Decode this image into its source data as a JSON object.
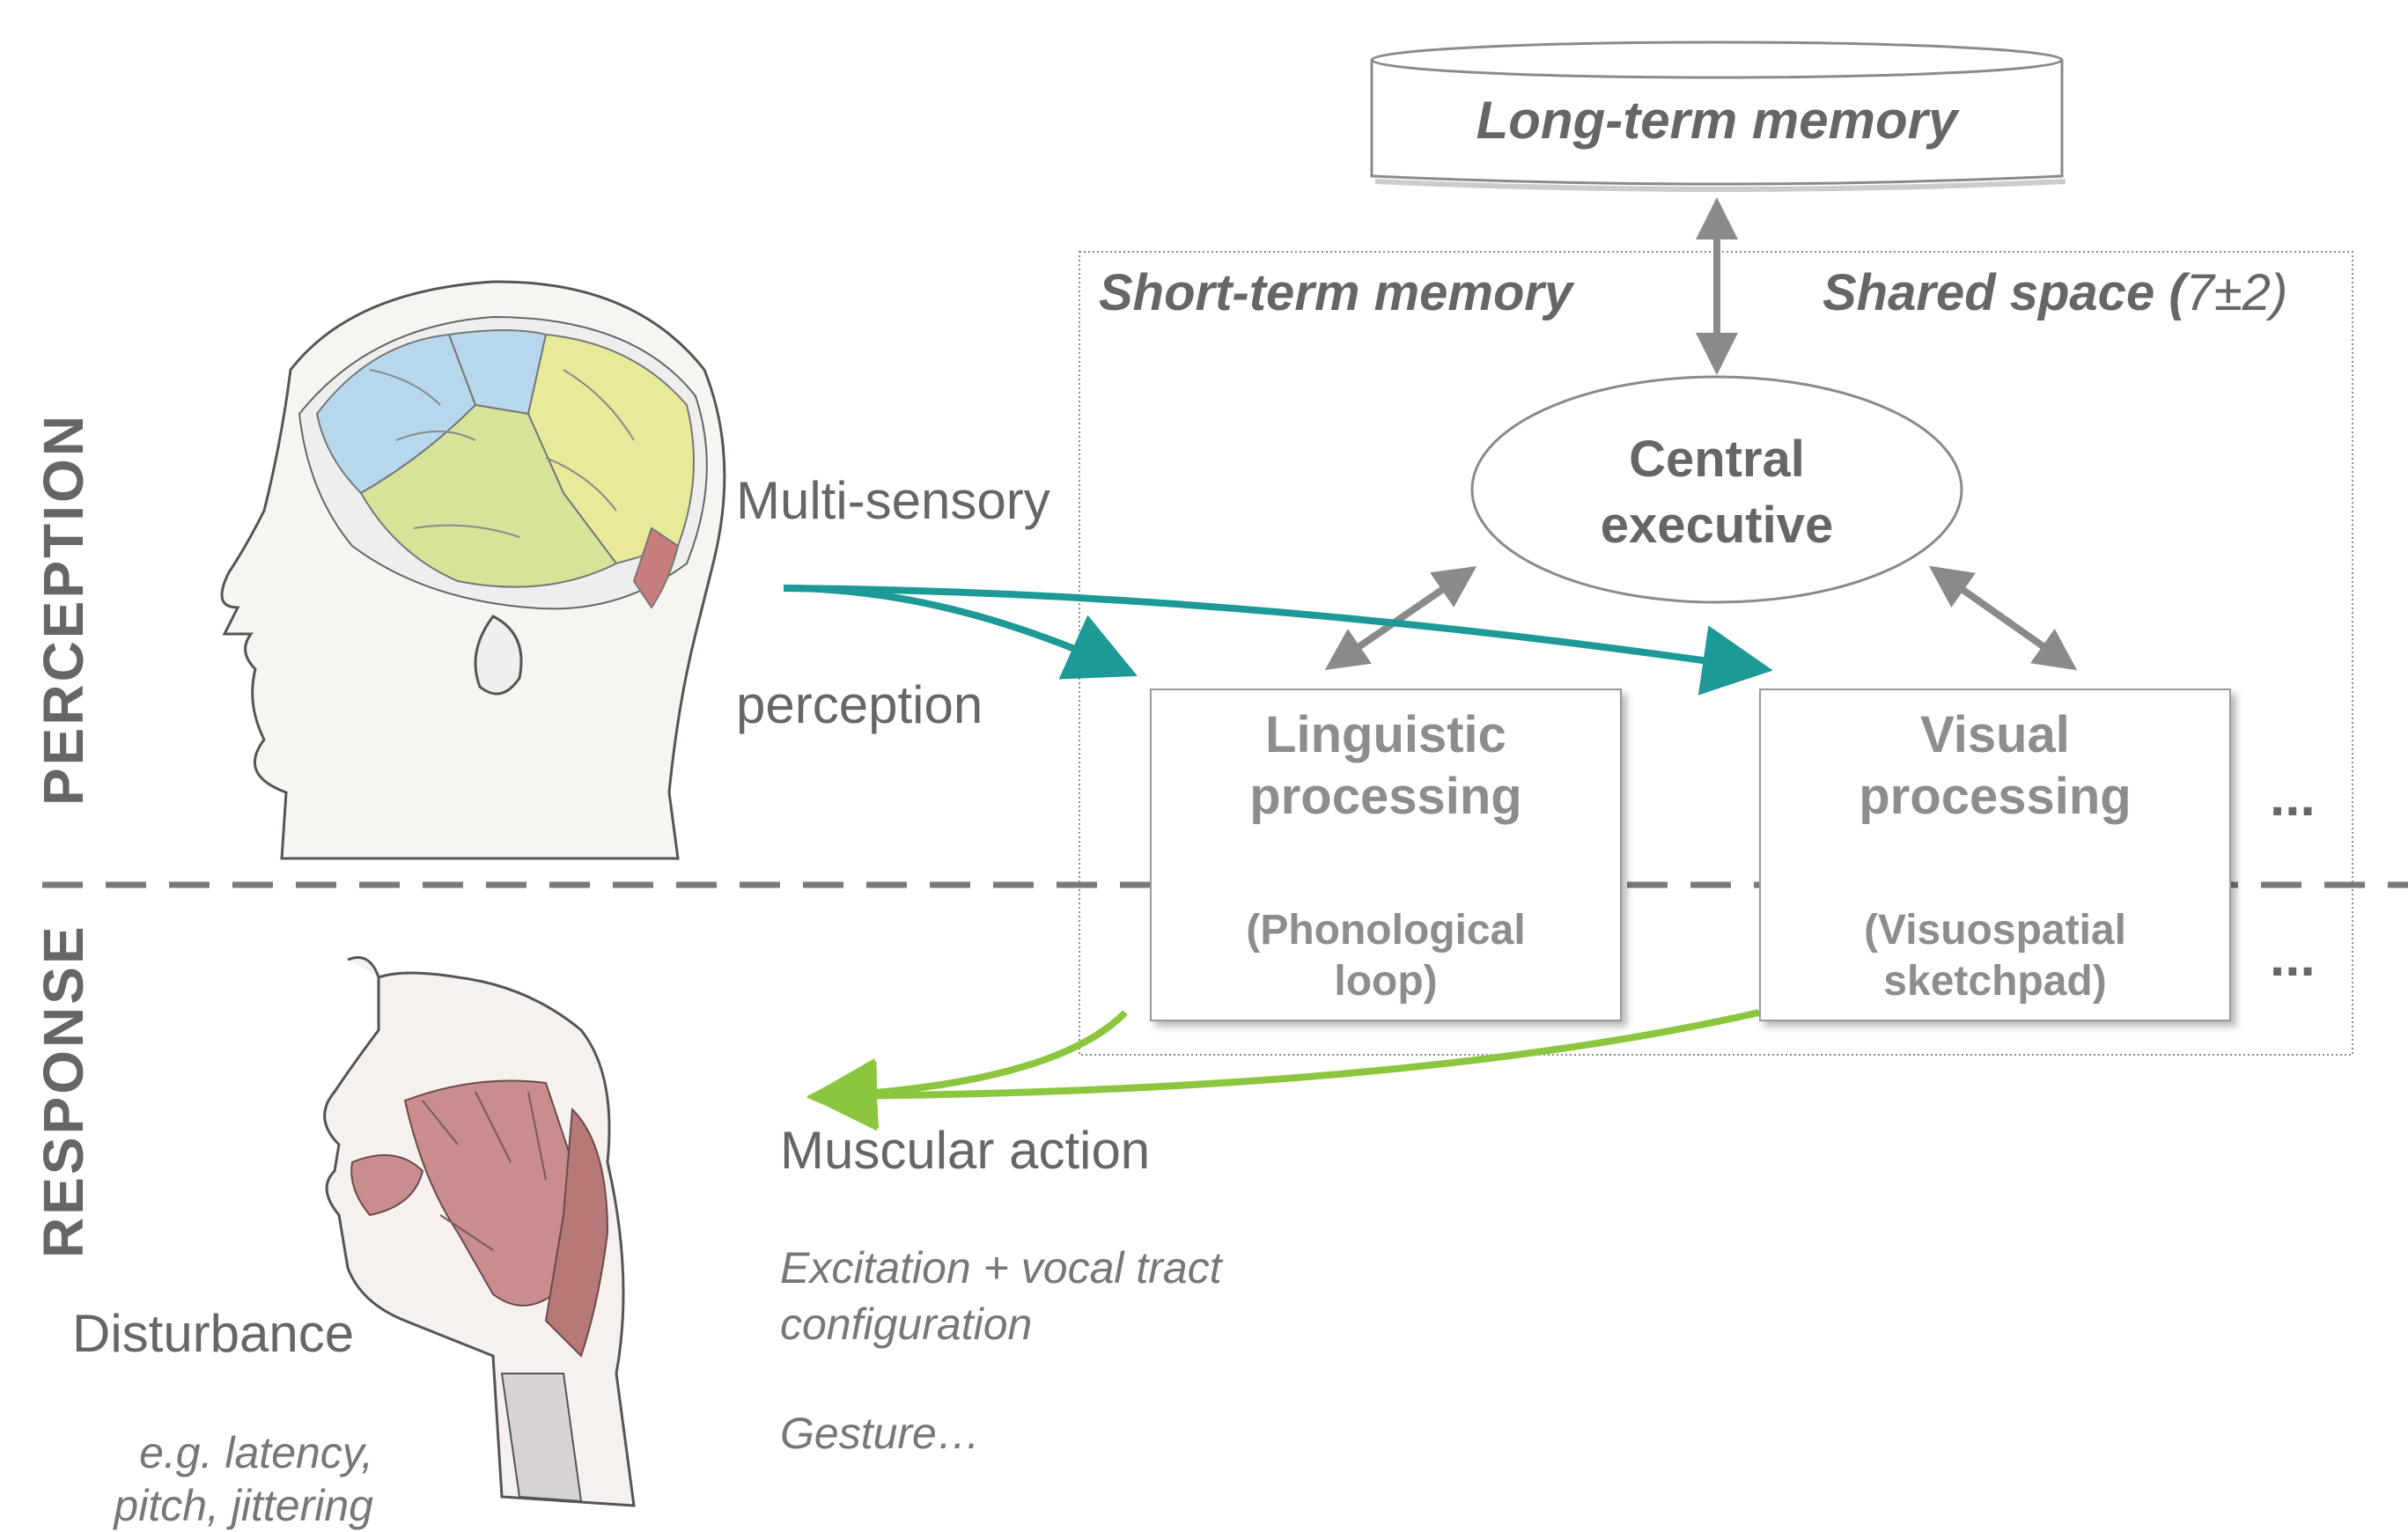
{
  "labels": {
    "long_term_memory": "Long-term memory",
    "short_term_memory": "Short-term memory",
    "shared_space": "Shared space (",
    "shared_space_value": "7±2)",
    "central_executive_line1": "Central",
    "central_executive_line2": "executive",
    "linguistic_line1": "Linguistic",
    "linguistic_line2": "processing",
    "linguistic_sub1": "(Phonological",
    "linguistic_sub2": "loop)",
    "visual_line1": "Visual",
    "visual_line2": "processing",
    "visual_sub1": "(Visuospatial",
    "visual_sub2": "sketchpad)",
    "ellipsis_top": "...",
    "ellipsis_bottom": "...",
    "multi_sensory": "Multi-sensory",
    "perception": "perception",
    "muscular_action": "Muscular action",
    "excitation_line1": "Excitation + vocal tract",
    "excitation_line2": "configuration",
    "gesture": "Gesture…",
    "disturbance": "Disturbance",
    "disturbance_eg_line1": "e.g. latency,",
    "disturbance_eg_line2": "pitch, jittering",
    "section_perception": "PERCEPTION",
    "section_response": "RESPONSE"
  },
  "illustrations": {
    "head": "brain-head-illustration",
    "neck": "vocal-tract-anatomy-illustration"
  },
  "colors": {
    "perception_arrow": "#1d9a98",
    "response_arrow": "#8cc63f",
    "memory_arrow": "#8a8a8a",
    "divider": "#7a7a7a"
  }
}
